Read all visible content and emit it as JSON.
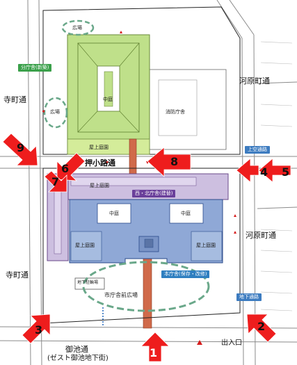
{
  "streets": {
    "kawaramachi_top": "河原町通",
    "kawaramachi_mid": "河原町通",
    "teramachi_top": "寺町通",
    "teramachi_mid": "寺町通",
    "oshikoji": "押小路通",
    "oike": "御池通",
    "oike_sub": "(ゼスト御池地下街)"
  },
  "buildings": {
    "annex": "分庁舎(新築)",
    "west_north": "西・北庁舎(建替)",
    "main": "本庁舎(保存・改修)",
    "fire": "消防庁舎"
  },
  "areas": {
    "hiroba_top": "広場",
    "hiroba_left": "広場",
    "nakaniwa_annex": "中庭",
    "rooftop_annex": "屋上庭園",
    "rooftop_west_north": "屋上庭園",
    "nakaniwa_left": "中庭",
    "nakaniwa_right": "中庭",
    "rooftop_left": "屋上庭園",
    "rooftop_right": "屋上庭園",
    "underground_parking": "地下駐輪場",
    "plaza_front": "市庁舎前広場"
  },
  "passages": {
    "upper_walkway": "上空通路",
    "underground_walkway": "地下通路"
  },
  "legend": {
    "entrance": "出入口"
  },
  "arrows": [
    {
      "number": "1",
      "direction": "up"
    },
    {
      "number": "2",
      "direction": "up-left"
    },
    {
      "number": "3",
      "direction": "up-right"
    },
    {
      "number": "4",
      "direction": "left"
    },
    {
      "number": "5",
      "direction": "left"
    },
    {
      "number": "6",
      "direction": "down-left"
    },
    {
      "number": "7",
      "direction": "down-right"
    },
    {
      "number": "8",
      "direction": "left"
    },
    {
      "number": "9",
      "direction": "down-right"
    }
  ],
  "colors": {
    "annex": "#bfe08a",
    "annex_tag": "#3aa04a",
    "west_north": "#cdbfe0",
    "west_north_tag": "#6a3f9a",
    "main": "#8fa8d6",
    "main_tag": "#2f7fc0",
    "passage_tag": "#3d7cc0",
    "arrow": "#ee1d1d",
    "corridor": "#d06a4a",
    "dashed_plaza": "#6aa88a"
  }
}
